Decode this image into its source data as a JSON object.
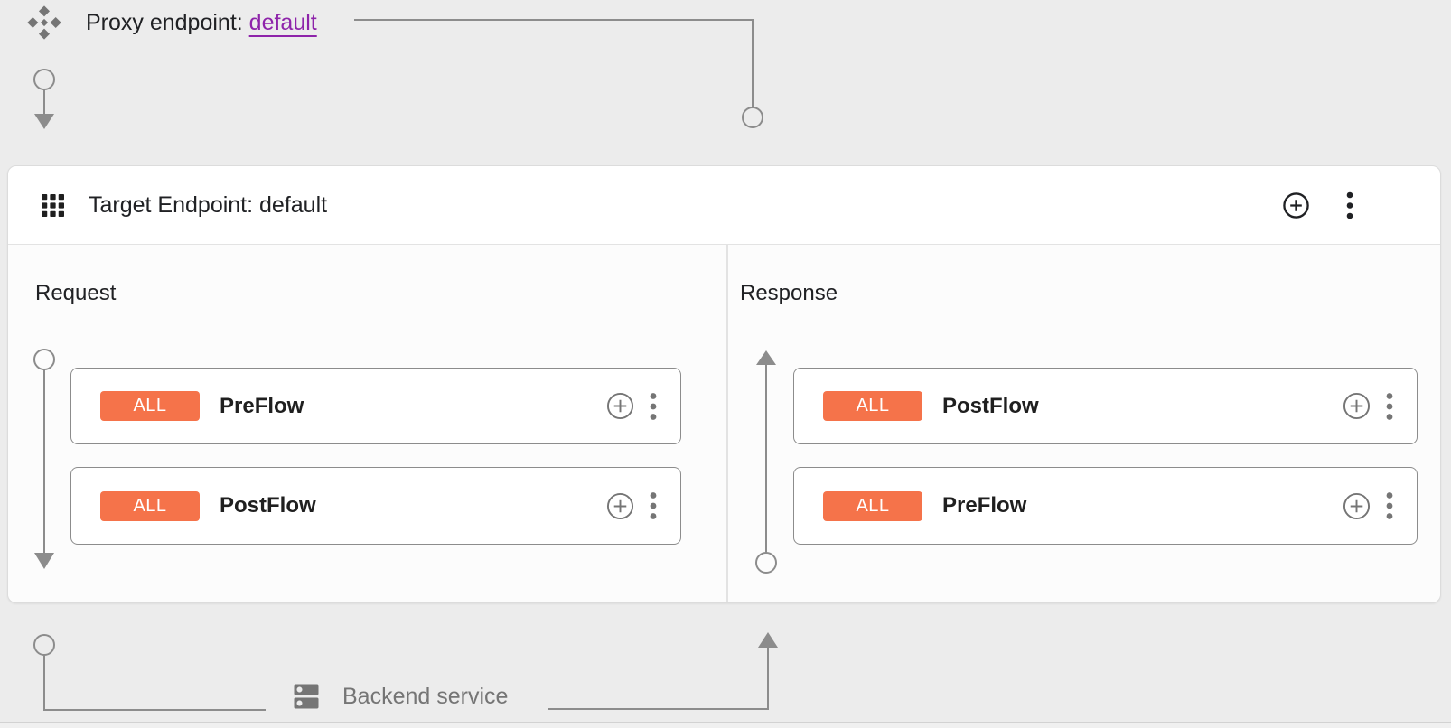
{
  "proxy_endpoint": {
    "label": "Proxy endpoint:",
    "link_text": "default"
  },
  "target_endpoint": {
    "title": "Target Endpoint: default",
    "request": {
      "title": "Request",
      "flows": [
        {
          "condition": "ALL",
          "name": "PreFlow"
        },
        {
          "condition": "ALL",
          "name": "PostFlow"
        }
      ]
    },
    "response": {
      "title": "Response",
      "flows": [
        {
          "condition": "ALL",
          "name": "PostFlow"
        },
        {
          "condition": "ALL",
          "name": "PreFlow"
        }
      ]
    }
  },
  "backend_service": {
    "label": "Backend service"
  },
  "icons": {
    "proxy_endpoint_icon": "move-diamonds",
    "target_endpoint_icon": "grid-apps",
    "add_icon": "plus-circle-outline",
    "menu_icon": "kebab-vertical-dots",
    "backend_icon": "dns-server",
    "connector_start": "circle",
    "connector_end": "arrowhead"
  },
  "colors": {
    "badge_bg": "#F5734A",
    "link_purple": "#8E24AA",
    "connector_gray": "#8C8C8C",
    "icon_gray": "#757575",
    "text_dark": "#202124",
    "page_bg": "#ECECEC"
  }
}
